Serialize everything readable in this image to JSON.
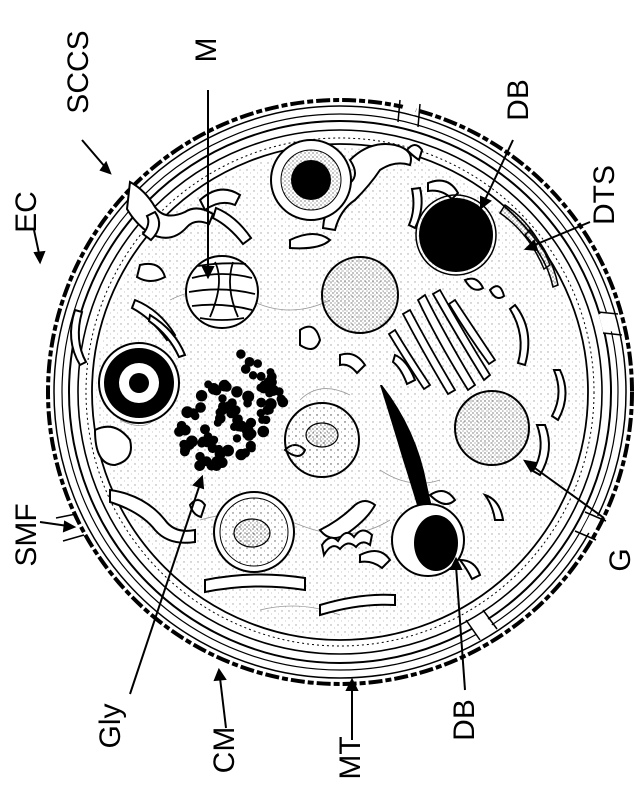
{
  "figure": {
    "labels": {
      "ec": "EC",
      "sccs": "SCCS",
      "m": "M",
      "db_top": "DB",
      "dts": "DTS",
      "g": "G",
      "db_bottom": "DB",
      "mt": "MT",
      "cm": "CM",
      "gly": "Gly",
      "smf": "SMF"
    },
    "colors": {
      "ink": "#000000",
      "stipple": "#555555",
      "paper": "#ffffff"
    }
  }
}
